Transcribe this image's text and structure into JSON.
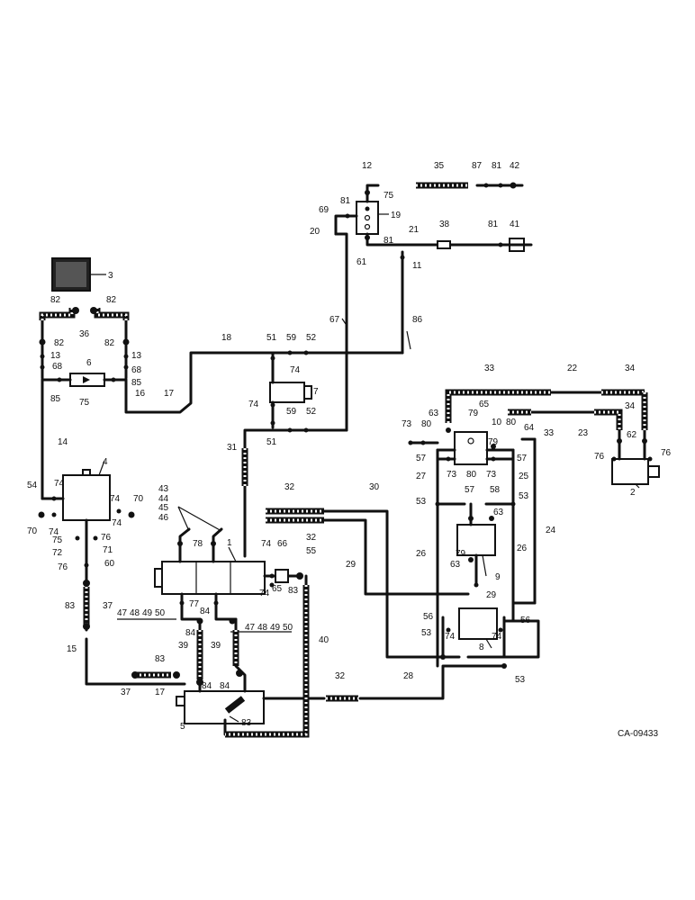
{
  "diagram_code": "CA-09433",
  "labels": {
    "l1": "1",
    "l2": "2",
    "l3": "3",
    "l4": "4",
    "l5": "5",
    "l6": "6",
    "l7": "7",
    "l8": "8",
    "l9": "9",
    "l10": "10",
    "l11": "11",
    "l12": "12",
    "l13a": "13",
    "l13b": "13",
    "l14": "14",
    "l15": "15",
    "l16": "16",
    "l17": "17",
    "l18": "18",
    "l19": "19",
    "l20": "20",
    "l21": "21",
    "l22": "22",
    "l23": "23",
    "l24": "24",
    "l25": "25",
    "l26a": "26",
    "l26b": "26",
    "l27": "27",
    "l28": "28",
    "l29a": "29",
    "l29b": "29",
    "l30": "30",
    "l31": "31",
    "l32a": "32",
    "l32b": "32",
    "l32c": "32",
    "l33a": "33",
    "l33b": "33",
    "l34a": "34",
    "l34b": "34",
    "l35": "35",
    "l36": "36",
    "l37a": "37",
    "l37b": "37",
    "l38": "38",
    "l39a": "39",
    "l39b": "39",
    "l40": "40",
    "l41": "41",
    "l42": "42",
    "l43": "43",
    "l44": "44",
    "l45": "45",
    "l46": "46",
    "l47a": "47",
    "l48a": "48",
    "l49a": "49",
    "l50a": "50",
    "l47b": "47",
    "l48b": "48",
    "l49b": "49",
    "l50b": "50",
    "l51a": "51",
    "l51b": "51",
    "l52a": "52",
    "l52b": "52",
    "l53a": "53",
    "l53b": "53",
    "l53c": "53",
    "l53d": "53",
    "l54": "54",
    "l55": "55",
    "l56a": "56",
    "l56b": "56",
    "l57a": "57",
    "l57b": "57",
    "l57c": "57",
    "l58": "58",
    "l59a": "59",
    "l59b": "59",
    "l60": "60",
    "l61": "61",
    "l62": "62",
    "l63a": "63",
    "l63b": "63",
    "l63c": "63",
    "l64": "64",
    "l65a": "65",
    "l65b": "65",
    "l66": "66",
    "l67": "67",
    "l68a": "68",
    "l68b": "68",
    "l69": "69",
    "l70a": "70",
    "l70b": "70",
    "l71": "71",
    "l72": "72",
    "l73a": "73",
    "l73b": "73",
    "l73c": "73",
    "l74a": "74",
    "l74b": "74",
    "l74c": "74",
    "l74d": "74",
    "l74e": "74",
    "l74f": "74",
    "l74g": "74",
    "l74h": "74",
    "l74i": "74",
    "l75a": "75",
    "l75b": "75",
    "l75c": "75",
    "l76a": "76",
    "l76b": "76",
    "l76c": "76",
    "l76d": "76",
    "l77": "77",
    "l78": "78",
    "l79a": "79",
    "l79b": "79",
    "l80a": "80",
    "l80b": "80",
    "l80c": "80",
    "l81a": "81",
    "l81b": "81",
    "l81c": "81",
    "l81d": "81",
    "l82a": "82",
    "l82b": "82",
    "l82c": "82",
    "l82d": "82",
    "l83a": "83",
    "l83b": "83",
    "l83c": "83",
    "l83d": "83",
    "l84a": "84",
    "l84b": "84",
    "l84c": "84",
    "l84d": "84",
    "l85a": "85",
    "l85b": "85",
    "l86": "86",
    "l87": "87"
  }
}
